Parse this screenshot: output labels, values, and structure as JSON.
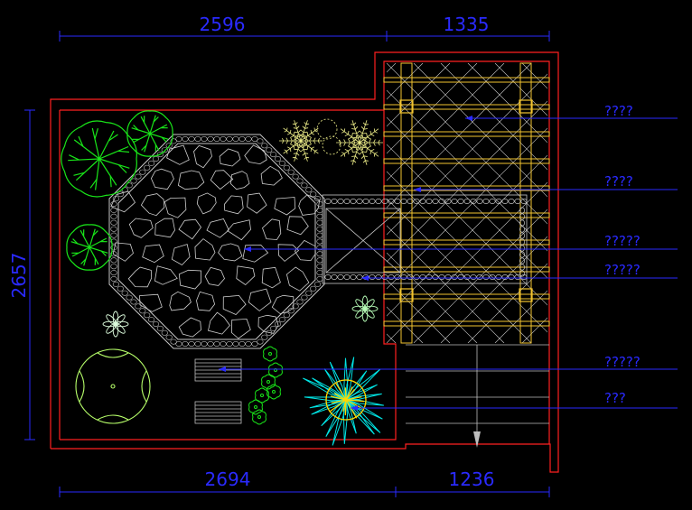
{
  "drawing": {
    "dimensions": {
      "top_left": "2596",
      "top_right": "1335",
      "bottom_left": "2694",
      "bottom_right": "1236",
      "left_height": "2657"
    },
    "callouts": [
      {
        "label": "????"
      },
      {
        "label": "????"
      },
      {
        "label": "?????"
      },
      {
        "label": "?????"
      },
      {
        "label": "?????"
      },
      {
        "label": "???"
      }
    ],
    "colors": {
      "background": "#000000",
      "boundary": "#ff2020",
      "dimension": "#2a2aff",
      "stone": "#c8c8c8",
      "pergola": "#f2c430",
      "tree": "#19e619",
      "shrub": "#ffff66",
      "agave": "#00e5e5",
      "steps": "#bdbdbd"
    }
  }
}
